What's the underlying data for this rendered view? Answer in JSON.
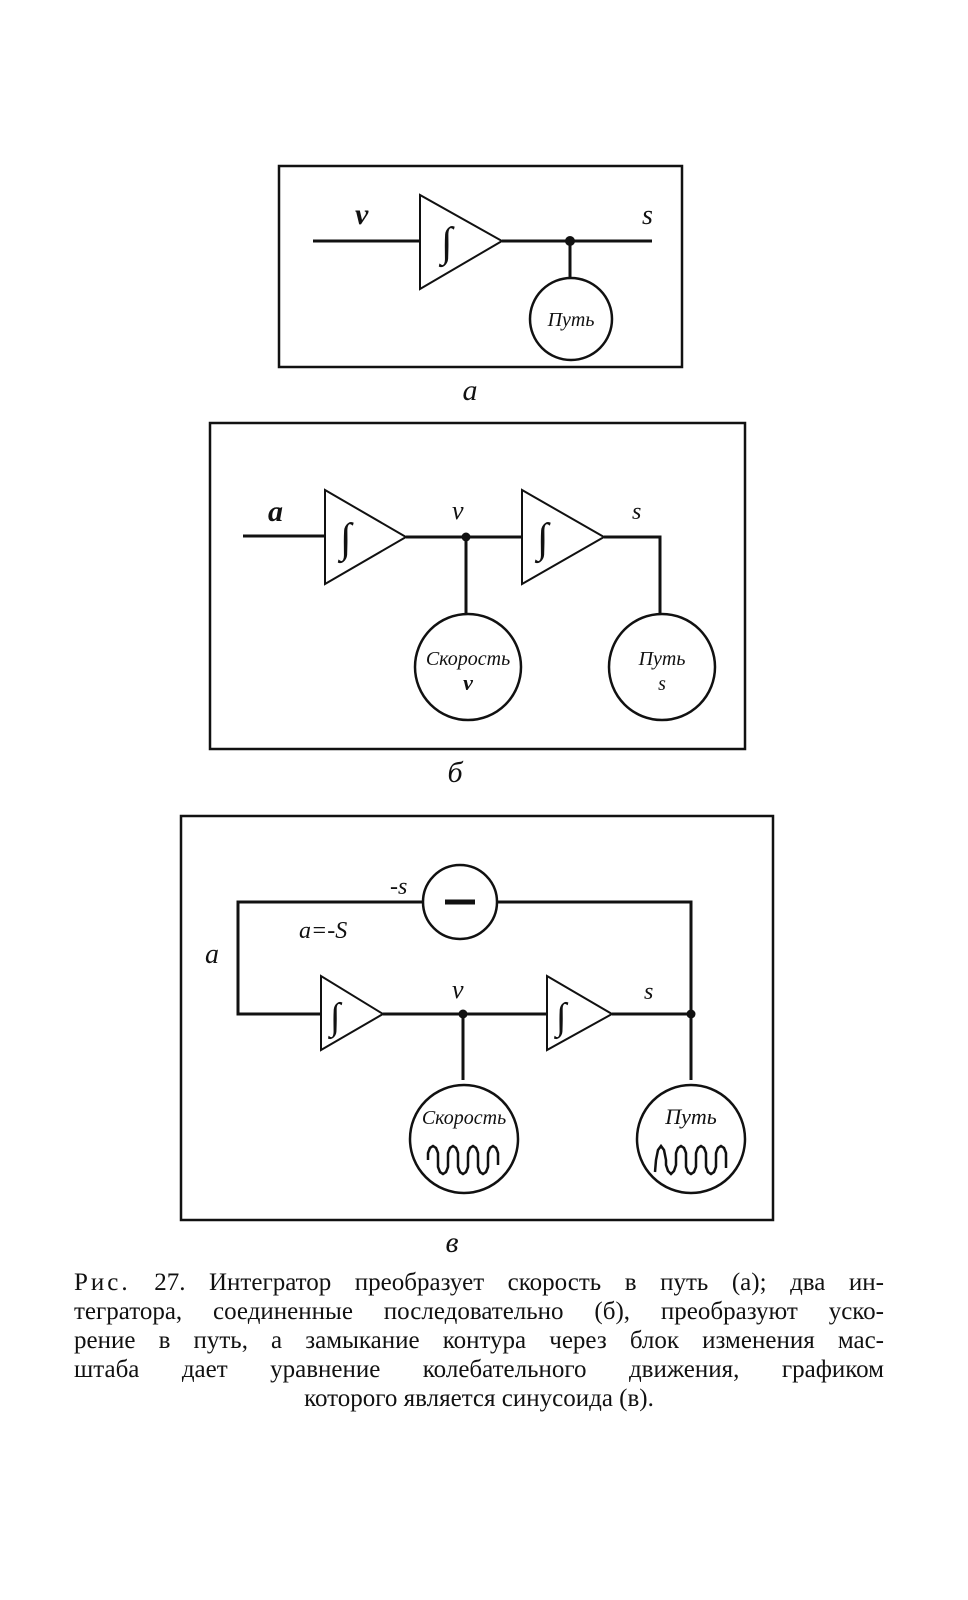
{
  "integrator_symbol": "∫",
  "panel_a": {
    "input_label": "v",
    "output_label": "s",
    "meter_label": "Путь",
    "sublabel": "а"
  },
  "panel_b": {
    "input_label": "a",
    "middle_label": "v",
    "output_label": "s",
    "meter1_line1": "Скорость",
    "meter1_line2": "v",
    "meter2_line1": "Путь",
    "meter2_line2": "s",
    "sublabel": "б"
  },
  "panel_c": {
    "feedback_label": "-s",
    "equation_label": "a=-S",
    "input_label": "a",
    "middle_label": "v",
    "output_label": "s",
    "meter1_label": "Скорость",
    "meter2_label": "Путь",
    "sublabel": "в"
  },
  "caption": {
    "prefix": "Рис.",
    "lines": [
      "27. Интегратор преобразует скорость в путь (а); два ин-",
      "тегратора, соединенные последовательно (б), преобразуют уско-",
      "рение в путь, а замыкание контура через блок изменения мас-",
      "штаба дает уравнение колебательного движения, графиком",
      "которого является синусоида (в)."
    ]
  }
}
